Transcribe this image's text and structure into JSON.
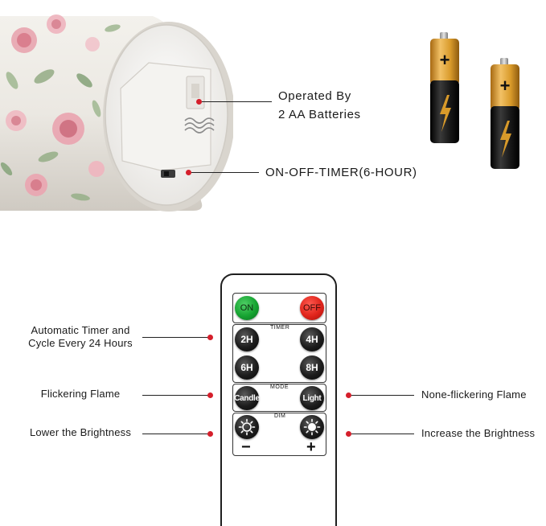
{
  "callouts": {
    "batteries": "Operated By\n2 AA Batteries",
    "switch": "ON-OFF-TIMER(6-HOUR)"
  },
  "left_labels": {
    "timer": "Automatic Timer and\nCycle Every 24 Hours",
    "flicker": "Flickering Flame",
    "lower": "Lower the Brightness"
  },
  "right_labels": {
    "no_flicker": "None-flickering Flame",
    "increase": "Increase the Brightness"
  },
  "remote": {
    "on": "ON",
    "off": "OFF",
    "timer_title": "TIMER",
    "timer_2h": "2H",
    "timer_4h": "4H",
    "timer_6h": "6H",
    "timer_8h": "8H",
    "mode_title": "MODE",
    "candle": "Candle",
    "light": "Light",
    "dim_title": "DIM",
    "minus": "−",
    "plus": "+"
  },
  "battery": {
    "plus_sign": "+"
  },
  "colors": {
    "accent_dot": "#d51f2b",
    "on_button": "#16a331",
    "off_button": "#e0241b",
    "battery_gold": "#d89a2a",
    "battery_black": "#1a1a1a"
  }
}
